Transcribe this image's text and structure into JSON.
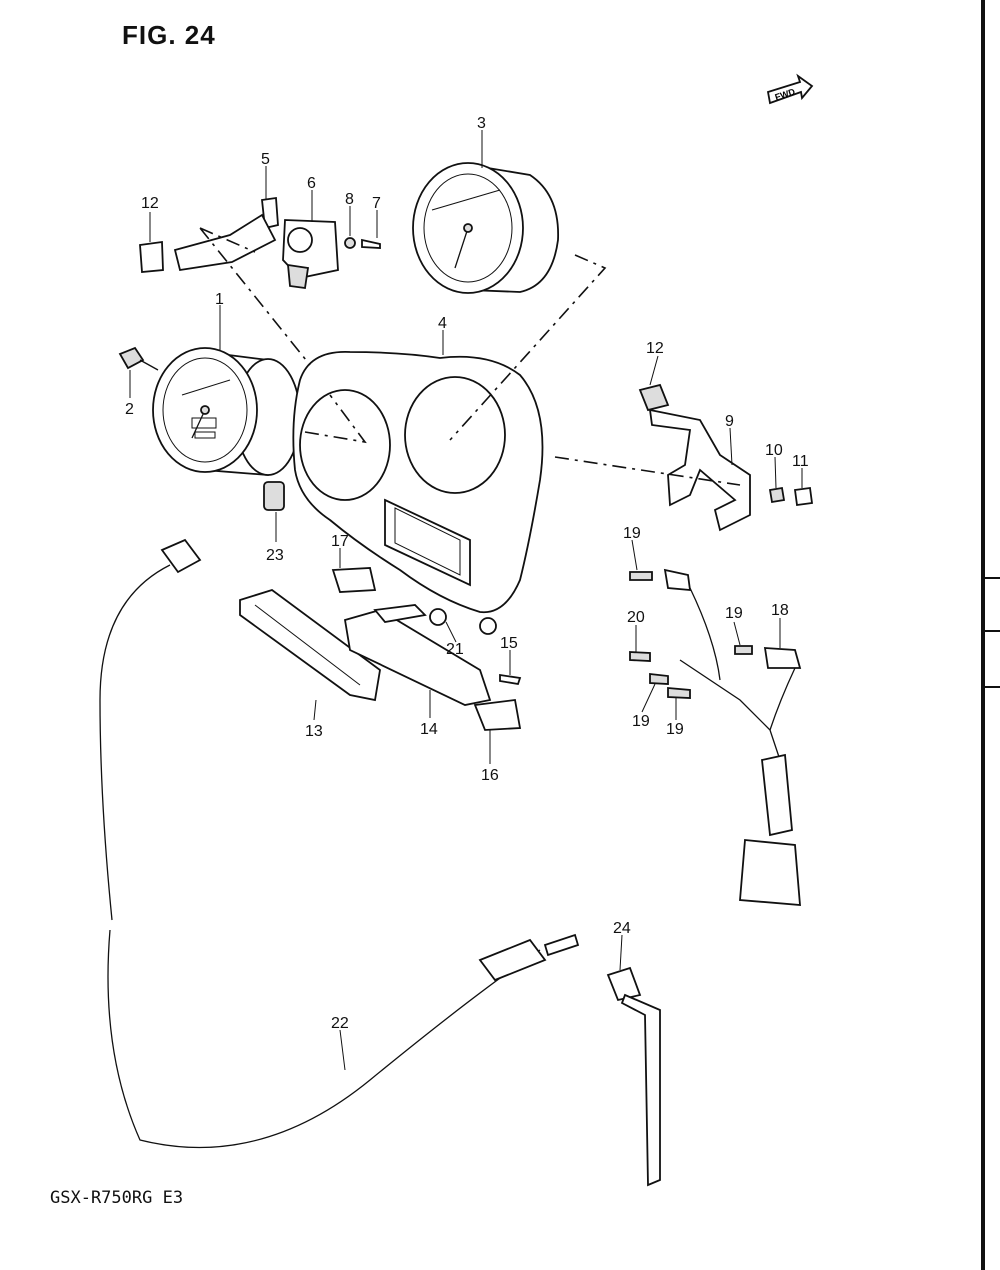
{
  "figure_title": "FIG. 24",
  "model_code": "GSX-R750RG  E3",
  "direction_badge": "FWD",
  "callouts": [
    {
      "id": "c1",
      "text": "1"
    },
    {
      "id": "c2",
      "text": "2"
    },
    {
      "id": "c3",
      "text": "3"
    },
    {
      "id": "c4",
      "text": "4"
    },
    {
      "id": "c5",
      "text": "5"
    },
    {
      "id": "c6",
      "text": "6"
    },
    {
      "id": "c7",
      "text": "7"
    },
    {
      "id": "c8",
      "text": "8"
    },
    {
      "id": "c9",
      "text": "9"
    },
    {
      "id": "c10",
      "text": "10"
    },
    {
      "id": "c11",
      "text": "11"
    },
    {
      "id": "c12a",
      "text": "12"
    },
    {
      "id": "c12b",
      "text": "12"
    },
    {
      "id": "c13",
      "text": "13"
    },
    {
      "id": "c14",
      "text": "14"
    },
    {
      "id": "c15",
      "text": "15"
    },
    {
      "id": "c16",
      "text": "16"
    },
    {
      "id": "c17",
      "text": "17"
    },
    {
      "id": "c18",
      "text": "18"
    },
    {
      "id": "c19a",
      "text": "19"
    },
    {
      "id": "c19b",
      "text": "19"
    },
    {
      "id": "c19c",
      "text": "19"
    },
    {
      "id": "c19d",
      "text": "19"
    },
    {
      "id": "c20",
      "text": "20"
    },
    {
      "id": "c21",
      "text": "21"
    },
    {
      "id": "c22",
      "text": "22"
    },
    {
      "id": "c23",
      "text": "23"
    },
    {
      "id": "c24",
      "text": "24"
    }
  ]
}
